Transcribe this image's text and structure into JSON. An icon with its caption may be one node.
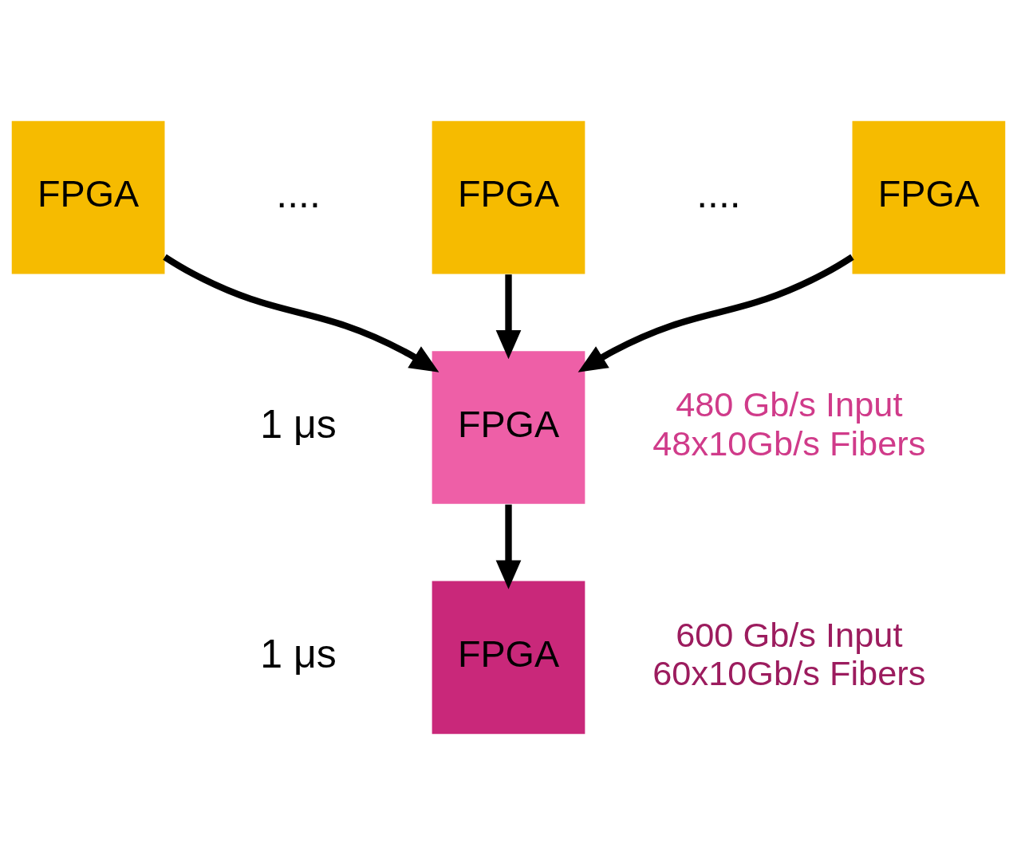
{
  "diagram": {
    "nodes": [
      {
        "text": [
          "FPGA"
        ]
      },
      {
        "text": [
          "FPGA"
        ]
      },
      {
        "text": [
          "FPGA"
        ]
      },
      {
        "text": [
          "FPGA"
        ],
        "beside": [
          "480 Gb/s Input 48x10Gb/s Fibers"
        ]
      },
      {
        "text": [
          "FPGA"
        ],
        "beside": [
          "600 Gb/s Input 60x10Gb/s Fibers"
        ]
      }
    ],
    "edges": [
      {
        "from": 0,
        "to": 3,
        "arrow": "to"
      },
      {
        "from": 1,
        "to": 3,
        "arrow": "to"
      },
      {
        "from": 2,
        "to": 3,
        "arrow": "to"
      },
      {
        "from": 3,
        "to": 4,
        "arrow": "to"
      }
    ],
    "labels": [
      "....",
      "....",
      "1 μs",
      "1 μs"
    ]
  }
}
